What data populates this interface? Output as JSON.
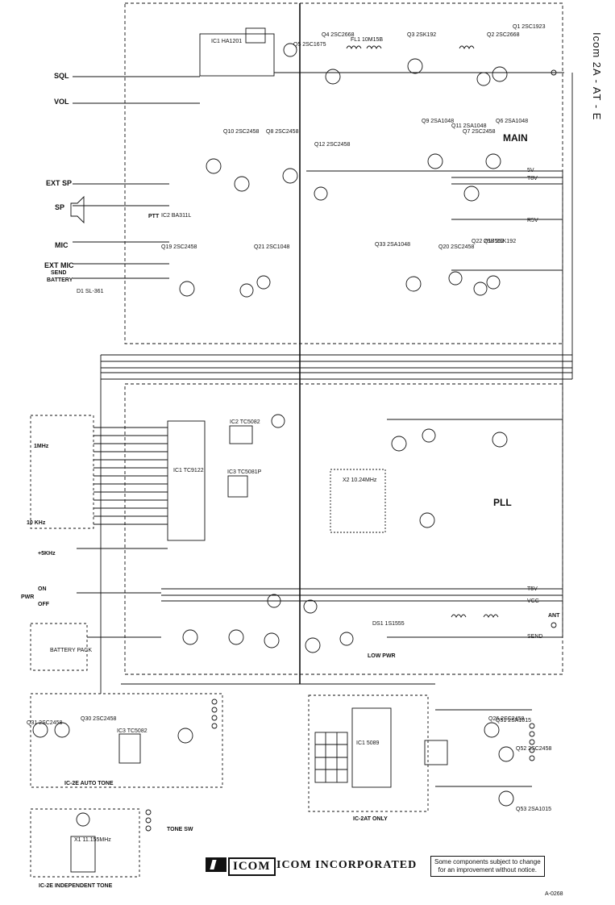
{
  "document": {
    "title_vertical": "Icom 2A - AT - E",
    "doc_code": "A-0268",
    "company": {
      "logo_word": "ICOM",
      "name": "ICOM INCORPORATED",
      "notice_line1": "Some components subject to change",
      "notice_line2": "for an improvement without notice."
    }
  },
  "sections": {
    "main": "MAIN",
    "pll": "PLL",
    "auto_tone": "IC-2E AUTO TONE",
    "independent_tone": "IC-2E INDEPENDENT TONE",
    "ic2at_only": "IC-2AT ONLY"
  },
  "io_labels": {
    "sql": "SQL",
    "vol": "VOL",
    "ext_sp": "EXT SP",
    "sp": "SP",
    "mic": "MIC",
    "ext_mic": "EXT MIC",
    "send_battery_1": "SEND",
    "send_battery_2": "BATTERY",
    "ptt": "PTT",
    "ant": "ANT",
    "on": "ON",
    "pwr": "PWR",
    "off": "OFF",
    "plus_5khz": "+5KHz",
    "mhz": "1MHz",
    "khz_10": "10 KHz",
    "battery_pack": "BATTERY PACK",
    "low_pwr": "LOW PWR",
    "tone_sw": "TONE SW"
  },
  "components": {
    "ic1_main": "IC1 HA1201",
    "ic1_pll": "IC1 TC9122",
    "ic2_pll": "IC2 TC5082",
    "ic3_pll": "IC3 TC5081P",
    "ic_tone": "IC1 5089",
    "ic3_tone": "IC3 TC5082",
    "ic2_ba": "IC2 BA311L",
    "q1": "Q1 2SC1923",
    "q2": "Q2 2SC2668",
    "q3": "Q3 2SK192",
    "q4": "Q4 2SC2668",
    "q5": "Q5 2SC1675",
    "q6": "Q6 2SA1048",
    "q7": "Q7 2SC2458",
    "q8": "Q8 2SC2458",
    "q9": "Q9 2SA1048",
    "q10": "Q10 2SC2458",
    "q11": "Q11 2SA1048",
    "q12": "Q12 2SC2458",
    "q17": "Q17 2SK192",
    "q19": "Q19 2SC2458",
    "q20": "Q20 2SC2458",
    "q21": "Q21 2SC1048",
    "q22": "Q22 2SB562",
    "q26": "Q26 2SC2458",
    "q30": "Q30 2SC2458",
    "q31": "Q31 2SC2458",
    "q33": "Q33 2SA1048",
    "q51": "Q51 2SA1015",
    "q52": "Q52 2SC2458",
    "q53": "Q53 2SA1015",
    "fl1": "FL1 10M15B",
    "x1": "X1 11.155MHz",
    "x2": "X2 10.24MHz",
    "d1": "D1 SL-361",
    "ds1": "DS1 1S1555"
  },
  "rails": {
    "v5": "5V",
    "r5": "R5V",
    "t5": "T5V",
    "t8": "T8V",
    "vcc": "VCC",
    "send": "SEND"
  },
  "colors": {
    "ink": "#111111",
    "paper": "#ffffff"
  }
}
